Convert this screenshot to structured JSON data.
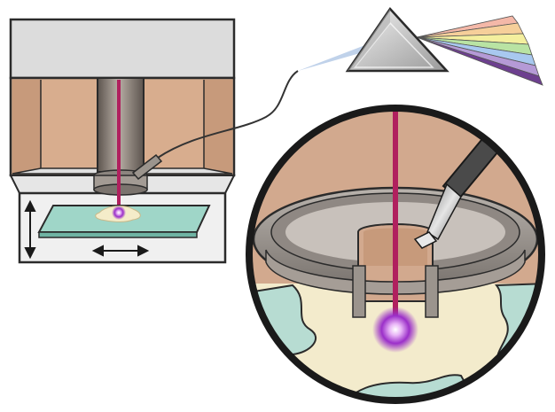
{
  "figure": {
    "kind": "schematic illustration",
    "components": [
      {
        "name": "microscope-housing",
        "color": "#d9d9d9"
      },
      {
        "name": "objective-column",
        "color": "#8a8078"
      },
      {
        "name": "laser-beam",
        "color": "#b0205e"
      },
      {
        "name": "sample-slide",
        "color": "#9fd6c8"
      },
      {
        "name": "light-collection-fiber",
        "color": "#333333"
      },
      {
        "name": "prism",
        "color": "#8c8c8c"
      },
      {
        "name": "magnified-view",
        "color": "#d2a98e"
      },
      {
        "name": "excitation-spot",
        "color": "#9b2fc9"
      }
    ],
    "arrows": [
      "vertical-double-arrow",
      "horizontal-double-arrow"
    ],
    "spectrum_colors": [
      "#f4b8a8",
      "#f6cf9a",
      "#f4ef9e",
      "#b9e3a3",
      "#a8c8ef",
      "#b59ad6",
      "#6d3f8f"
    ]
  }
}
